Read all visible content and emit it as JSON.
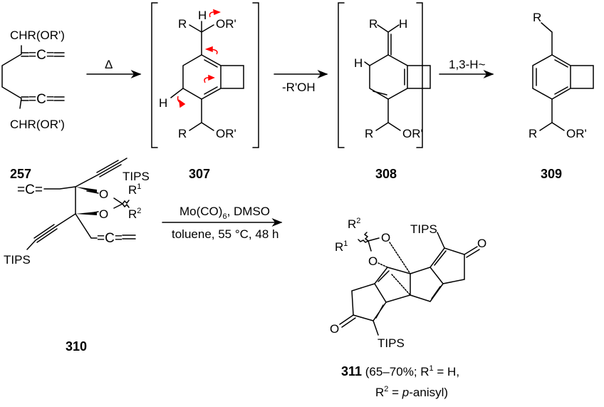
{
  "compounds": {
    "c257": {
      "label": "257",
      "sub_top": "CHR(OR')",
      "sub_bottom": "CHR(OR')",
      "allene": "=C="
    },
    "c307": {
      "label": "307",
      "H_top": "H",
      "R_top": "R",
      "OR_top": "OR'",
      "H_ring": "H",
      "R_bottom": "R",
      "OR_bottom": "OR'"
    },
    "c308": {
      "label": "308",
      "R_top": "R",
      "H_top": "H",
      "H_ring": "H",
      "R_bottom": "R",
      "OR_bottom": "OR'"
    },
    "c309": {
      "label": "309",
      "R_top": "R",
      "R_bottom": "R",
      "OR_bottom": "OR'"
    },
    "c310": {
      "label": "310",
      "tips_top": "TIPS",
      "tips_bottom": "TIPS",
      "O1": "O",
      "O2": "O",
      "R": "R",
      "one": "1",
      "two": "2",
      "allene": "=C="
    },
    "c311": {
      "label": "311",
      "caption_1": " (65–70%; R",
      "caption_1b": " = H,",
      "caption_2a": "R",
      "caption_2b": " = ",
      "caption_2c": "p",
      "caption_2d": "-anisyl)",
      "one": "1",
      "two": "2",
      "R": "R",
      "O": "O",
      "tips_top": "TIPS",
      "tips_bottom": "TIPS"
    }
  },
  "arrows": {
    "a1": {
      "above": "Δ",
      "below": ""
    },
    "a2": {
      "above": "",
      "below": "-R'OH"
    },
    "a3": {
      "above": "1,3-H~",
      "below": ""
    },
    "a4": {
      "above_a": "Mo(CO)",
      "above_sub": "6",
      "above_b": ", DMSO",
      "below": "toluene, 55 °C, 48 h"
    }
  },
  "colors": {
    "curly_arrows": "#ff0000"
  }
}
